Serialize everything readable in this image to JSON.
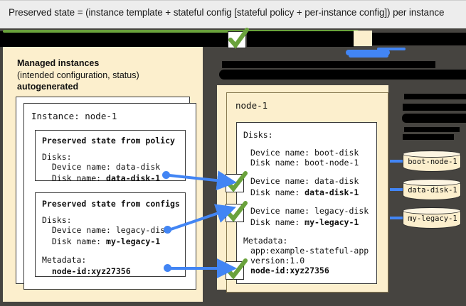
{
  "header": {
    "caption": "Preserved state = (instance template + stateful config [stateful policy + per-instance config]) per instance",
    "bg": "#EDEDED"
  },
  "colors": {
    "cream": "#FCEFCD",
    "dark_backdrop": "#464440",
    "accent_blue": "#4285F4",
    "check_green": "#6AA23C",
    "redaction_black": "#000000"
  },
  "left_panel": {
    "title": "Managed instances",
    "subtitle": "(intended configuration, status)",
    "note": "autogenerated",
    "instance_card": {
      "heading": "Instance: node-1",
      "sections": [
        {
          "name": "policy-section",
          "title": "Preserved state from policy",
          "lines": [
            {
              "text": "Disks:",
              "bold": false
            },
            {
              "text": "  Device name: data-disk",
              "bold": false
            },
            {
              "text": "  Disk name: ",
              "bold": false,
              "bold_tail": "data-disk-1"
            }
          ]
        },
        {
          "name": "configs-section",
          "title": "Preserved state from configs",
          "lines": [
            {
              "text": "Disks:",
              "bold": false
            },
            {
              "text": "  Device name: legacy-disk",
              "bold": false
            },
            {
              "text": "  Disk name: ",
              "bold": false,
              "bold_tail": "my-legacy-1"
            },
            {
              "text": "",
              "bold": false
            },
            {
              "text": "Metadata:",
              "bold": false
            },
            {
              "text": "  ",
              "bold": false,
              "bold_tail": "node-id:xyz27356"
            }
          ]
        }
      ]
    }
  },
  "right_panel": {
    "node_title": "node-1",
    "disks_label": "Disks:",
    "disk_entries": [
      {
        "device": "Device name: boot-disk",
        "disk": "Disk name: boot-node-1",
        "disk_bold": false,
        "checked": false
      },
      {
        "device": "Device name: data-disk",
        "disk": "Disk name: data-disk-1",
        "disk_bold": true,
        "checked": true
      },
      {
        "device": "Device name: legacy-disk",
        "disk": "Disk name: my-legacy-1",
        "disk_bold": true,
        "checked": true
      }
    ],
    "metadata_label": "Metadata:",
    "metadata_entries": [
      {
        "text": "app:example-stateful-app",
        "bold": false,
        "checked": false
      },
      {
        "text": "version:1.0",
        "bold": false,
        "checked": false
      },
      {
        "text": "node-id:xyz27356",
        "bold": true,
        "checked": true
      }
    ]
  },
  "disks": [
    {
      "name": "boot-node-1"
    },
    {
      "name": "data-disk-1"
    },
    {
      "name": "my-legacy-1"
    }
  ],
  "redactions": {
    "note": "obscured regions of the underlying diagram"
  }
}
